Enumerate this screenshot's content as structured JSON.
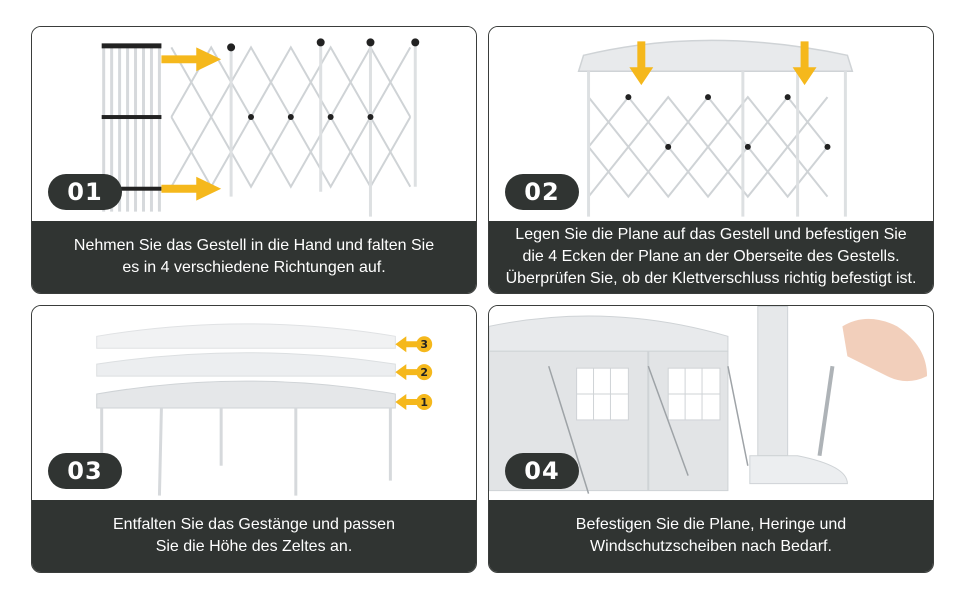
{
  "steps": [
    {
      "number": "01",
      "caption": "Nehmen Sie das Gestell in die Hand und falten Sie\nes in 4 verschiedene Richtungen auf."
    },
    {
      "number": "02",
      "caption": "Legen Sie die Plane auf das Gestell und befestigen Sie\ndie 4 Ecken der Plane an der Oberseite des Gestells.\nÜberprüfen Sie, ob der Klettverschluss richtig befestigt ist."
    },
    {
      "number": "03",
      "caption": "Entfalten Sie das Gestänge und passen\nSie die Höhe des Zeltes an.",
      "height_levels": [
        "1",
        "2",
        "3"
      ]
    },
    {
      "number": "04",
      "caption": "Befestigen Sie die Plane, Heringe und\nWindschutzscheiben nach Bedarf."
    }
  ],
  "colors": {
    "caption_bg": "#303432",
    "arrow": "#f5b81c",
    "frame": "#c9cdd0"
  }
}
